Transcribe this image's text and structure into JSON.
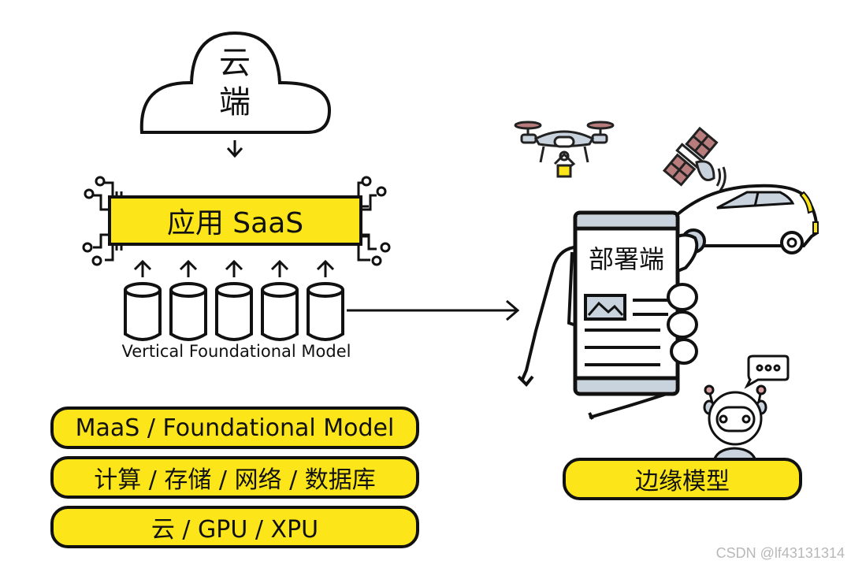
{
  "cloud": {
    "line1": "云",
    "line2": "端"
  },
  "saas_box": {
    "label": "应用 SaaS"
  },
  "vertical_models": {
    "count": 5,
    "caption": "Vertical Foundational Model"
  },
  "stack_layers": [
    {
      "label": "MaaS / Foundational Model"
    },
    {
      "label": "计算 / 存储 / 网络 / 数据库"
    },
    {
      "label": "云 / GPU / XPU"
    }
  ],
  "deployment": {
    "phone_label": "部署端",
    "edge_label": "边缘模型"
  },
  "watermark": "CSDN @lf43131314",
  "colors": {
    "accent_yellow": "#FCE619",
    "stroke": "#111111",
    "screen_gray": "#C9D3DD",
    "panel_red": "#B97C7C"
  }
}
